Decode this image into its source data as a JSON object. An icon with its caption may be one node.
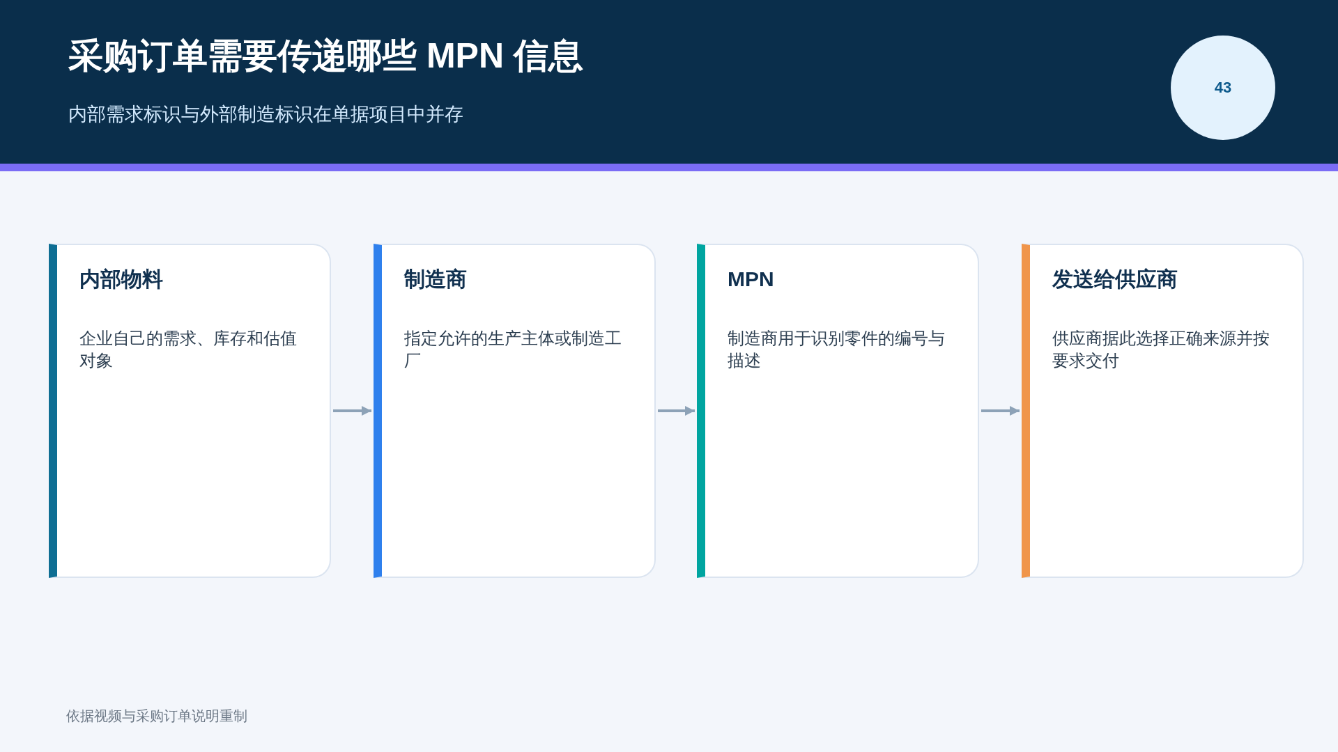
{
  "diagram": {
    "title": "采购订单需要传递哪些 MPN 信息",
    "nodes": [
      {
        "text": [
          "43"
        ]
      },
      {
        "text": [
          "内部物料",
          "企业自己的需求、库存和估值对象"
        ]
      },
      {
        "text": [
          "制造商",
          "指定允许的生产主体或制造工厂"
        ]
      },
      {
        "text": [
          "MPN",
          "制造商用于识别零件的编号与描述"
        ]
      },
      {
        "text": [
          "发送给供应商",
          "供应商据此选择正确来源并按要求交付"
        ]
      }
    ],
    "edges": [
      {
        "from": 1,
        "to": 2,
        "arrow": "to"
      },
      {
        "from": 2,
        "to": 3,
        "arrow": "to"
      },
      {
        "from": 3,
        "to": 4,
        "arrow": "to"
      }
    ],
    "labels": [
      "内部需求标识与外部制造标识在单据项目中并存",
      "依据视频与采购订单说明重制"
    ]
  }
}
